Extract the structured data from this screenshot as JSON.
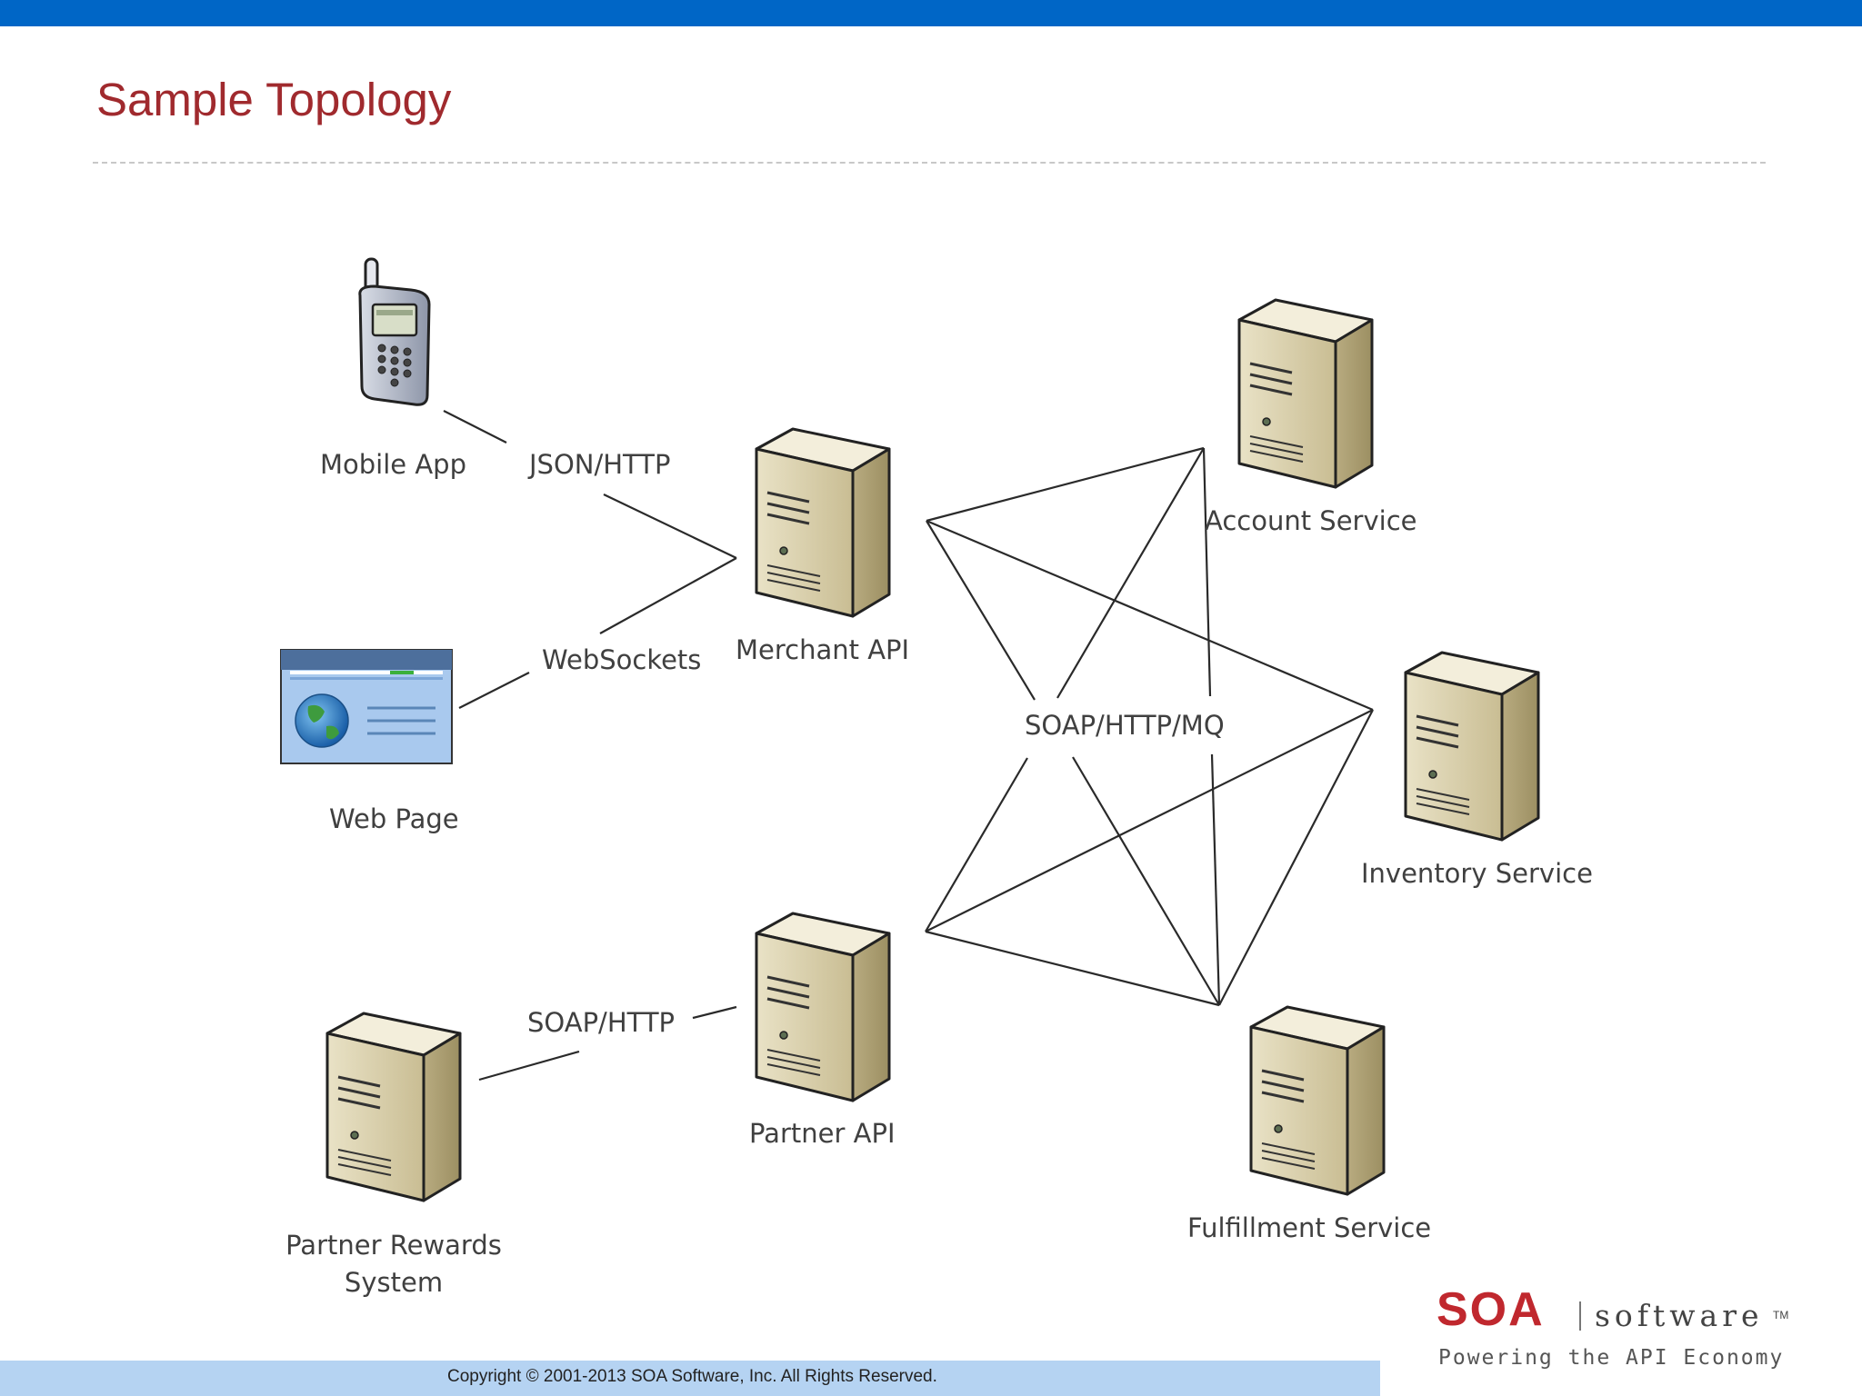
{
  "slide": {
    "title": "Sample Topology",
    "accent_color": "#0066c6",
    "title_color": "#a02a2e"
  },
  "nodes": {
    "mobile_app": {
      "label": "Mobile App",
      "icon": "mobile-phone-icon"
    },
    "web_page": {
      "label": "Web Page",
      "icon": "web-page-icon"
    },
    "merchant_api": {
      "label": "Merchant API",
      "icon": "server-icon"
    },
    "partner_api": {
      "label": "Partner API",
      "icon": "server-icon"
    },
    "partner_rewards": {
      "label": "Partner Rewards System",
      "icon": "server-icon"
    },
    "account_service": {
      "label": "Account Service",
      "icon": "server-icon"
    },
    "inventory_service": {
      "label": "Inventory Service",
      "icon": "server-icon"
    },
    "fulfillment_service": {
      "label": "Fulfillment Service",
      "icon": "server-icon"
    }
  },
  "connections": {
    "json_http": "JSON/HTTP",
    "websockets": "WebSockets",
    "soap_http": "SOAP/HTTP",
    "soap_http_mq": "SOAP/HTTP/MQ"
  },
  "footer": {
    "copyright": "Copyright © 2001-2013 SOA Software, Inc. All Rights Reserved.",
    "logo_mark": "SOA",
    "logo_word": "software",
    "logo_tm": "TM",
    "tagline": "Powering the API Economy"
  }
}
